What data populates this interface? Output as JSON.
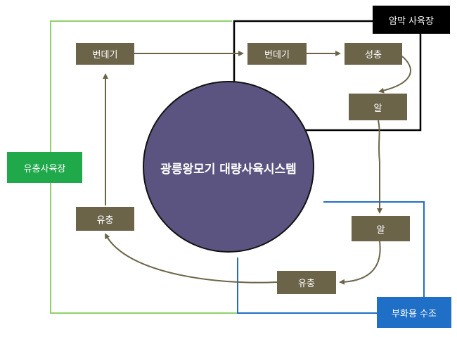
{
  "center": {
    "label": "광릉왕모기 대량사육시스템",
    "color": "#5b5480"
  },
  "areas": {
    "larva_room": {
      "label": "유충사육장",
      "color": "#1fa94a",
      "border_color": "#8fd26a"
    },
    "dark_room": {
      "label": "암막 사육장",
      "color": "#000000",
      "border_color": "#000000"
    },
    "hatching_tank": {
      "label": "부화용 수조",
      "color": "#1f6fc6",
      "border_color": "#1f6fc6"
    }
  },
  "nodes": {
    "pupa_left": "번데기",
    "pupa_right": "번데기",
    "adult": "성충",
    "egg_top": "알",
    "egg_bottom": "알",
    "larva_bottom": "유충",
    "larva_left": "유충"
  },
  "colors": {
    "node": "#6b6449",
    "arrow": "#6b6449"
  }
}
